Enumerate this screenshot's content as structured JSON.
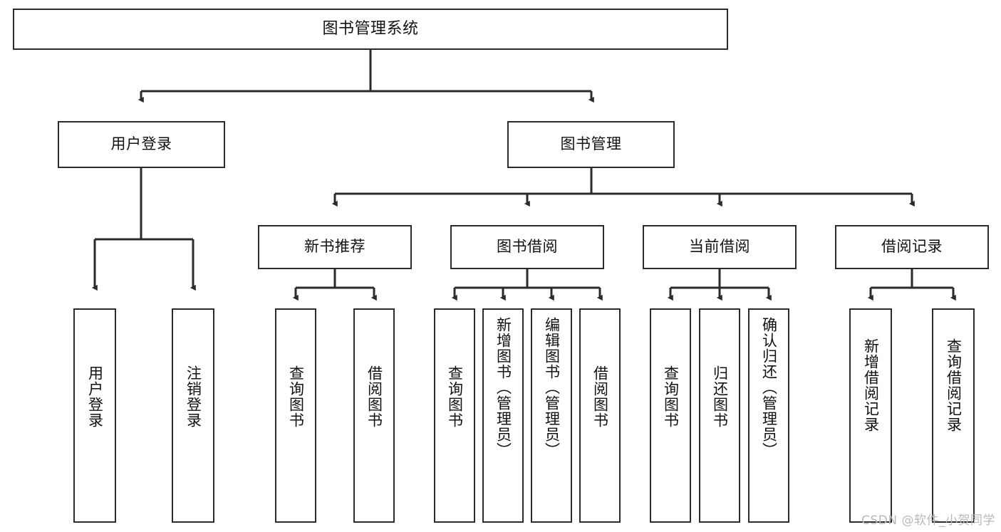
{
  "diagram": {
    "title": "图书管理系统",
    "type": "tree",
    "root": {
      "id": "root",
      "label": "图书管理系统",
      "orientation": "horizontal"
    },
    "level2": [
      {
        "id": "user-login",
        "label": "用户登录",
        "orientation": "horizontal"
      },
      {
        "id": "book-management",
        "label": "图书管理",
        "orientation": "horizontal"
      }
    ],
    "level3": [
      {
        "id": "new-book-recommend",
        "label": "新书推荐",
        "orientation": "horizontal",
        "parent": "book-management"
      },
      {
        "id": "book-borrow",
        "label": "图书借阅",
        "orientation": "horizontal",
        "parent": "book-management"
      },
      {
        "id": "current-borrow",
        "label": "当前借阅",
        "orientation": "horizontal",
        "parent": "book-management"
      },
      {
        "id": "borrow-record",
        "label": "借阅记录",
        "orientation": "horizontal",
        "parent": "book-management"
      }
    ],
    "leaves": [
      {
        "id": "leaf-user-login",
        "label": "用户登录",
        "parent": "user-login",
        "orientation": "vertical"
      },
      {
        "id": "leaf-logout-login",
        "label": "注销登录",
        "parent": "user-login",
        "orientation": "vertical"
      },
      {
        "id": "leaf-query-book-1",
        "label": "查询图书",
        "parent": "new-book-recommend",
        "orientation": "vertical"
      },
      {
        "id": "leaf-borrow-book-1",
        "label": "借阅图书",
        "parent": "new-book-recommend",
        "orientation": "vertical"
      },
      {
        "id": "leaf-query-book-2",
        "label": "查询图书",
        "parent": "book-borrow",
        "orientation": "vertical"
      },
      {
        "id": "leaf-add-book",
        "label": "新增图书（管理员）",
        "parent": "book-borrow",
        "orientation": "vertical"
      },
      {
        "id": "leaf-edit-book",
        "label": "编辑图书（管理员）",
        "parent": "book-borrow",
        "orientation": "vertical"
      },
      {
        "id": "leaf-borrow-book-2",
        "label": "借阅图书",
        "parent": "book-borrow",
        "orientation": "vertical"
      },
      {
        "id": "leaf-query-book-3",
        "label": "查询图书",
        "parent": "current-borrow",
        "orientation": "vertical"
      },
      {
        "id": "leaf-return-book",
        "label": "归还图书",
        "parent": "current-borrow",
        "orientation": "vertical"
      },
      {
        "id": "leaf-confirm-return",
        "label": "确认归还（管理员）",
        "parent": "current-borrow",
        "orientation": "vertical"
      },
      {
        "id": "leaf-add-record",
        "label": "新增借阅记录",
        "parent": "borrow-record",
        "orientation": "vertical"
      },
      {
        "id": "leaf-query-record",
        "label": "查询借阅记录",
        "parent": "borrow-record",
        "orientation": "vertical"
      }
    ],
    "colors": {
      "stroke": "#2b2b2b",
      "fill": "#ffffff",
      "text": "#111111",
      "watermark": "#b9b9b9"
    }
  },
  "watermark": {
    "text": "CSDN @软件_小贺同学"
  }
}
